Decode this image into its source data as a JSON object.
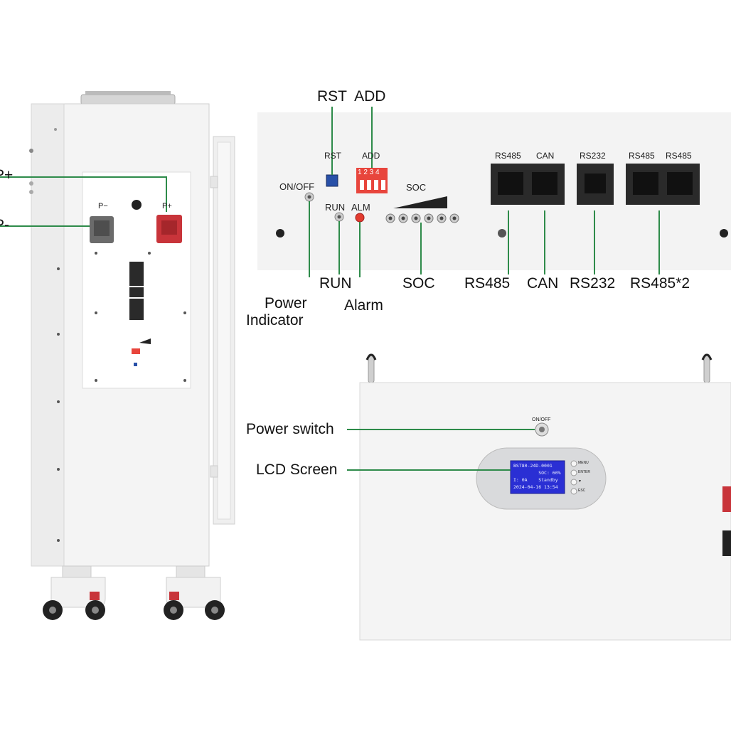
{
  "callouts": {
    "p_plus": "P+",
    "p_minus": "P-",
    "rst_add": "RST  ADD",
    "power_indicator_1": "Power",
    "power_indicator_2": "Indicator",
    "run": "RUN",
    "alarm": "Alarm",
    "soc": "SOC",
    "rs485": "RS485",
    "can": "CAN",
    "rs232": "RS232",
    "rs485x2": "RS485*2",
    "power_switch": "Power switch",
    "lcd_screen": "LCD Screen"
  },
  "panel_labels": {
    "rst": "RST",
    "add": "ADD",
    "on_off": "ON/OFF",
    "soc": "SOC",
    "run": "RUN",
    "alm": "ALM",
    "rs485": "RS485",
    "can": "CAN",
    "rs232": "RS232",
    "rs485_b": "RS485",
    "rs485_c": "RS485",
    "dip_numbers": "1 2 3 4",
    "p_minus": "P−",
    "p_plus": "P+"
  },
  "front_unit": {
    "on_off": "ON/OFF",
    "lcd_line1": "BST80-24D-0001",
    "lcd_line2": "         SOC: 60%",
    "lcd_line3": "I: 0A    Standby",
    "lcd_line4": "2024-04-16 13:54",
    "btn_menu": "MENU",
    "btn_enter": "ENTER",
    "btn_down": "▼",
    "btn_esc": "ESC"
  },
  "colors": {
    "callout_line": "#2e8b4a",
    "terminal_red": "#c8343a",
    "terminal_gray": "#6b6b6b",
    "lcd_blue": "#2a2fd4",
    "dip_red": "#e8453c",
    "rst_blue": "#2850a8"
  }
}
